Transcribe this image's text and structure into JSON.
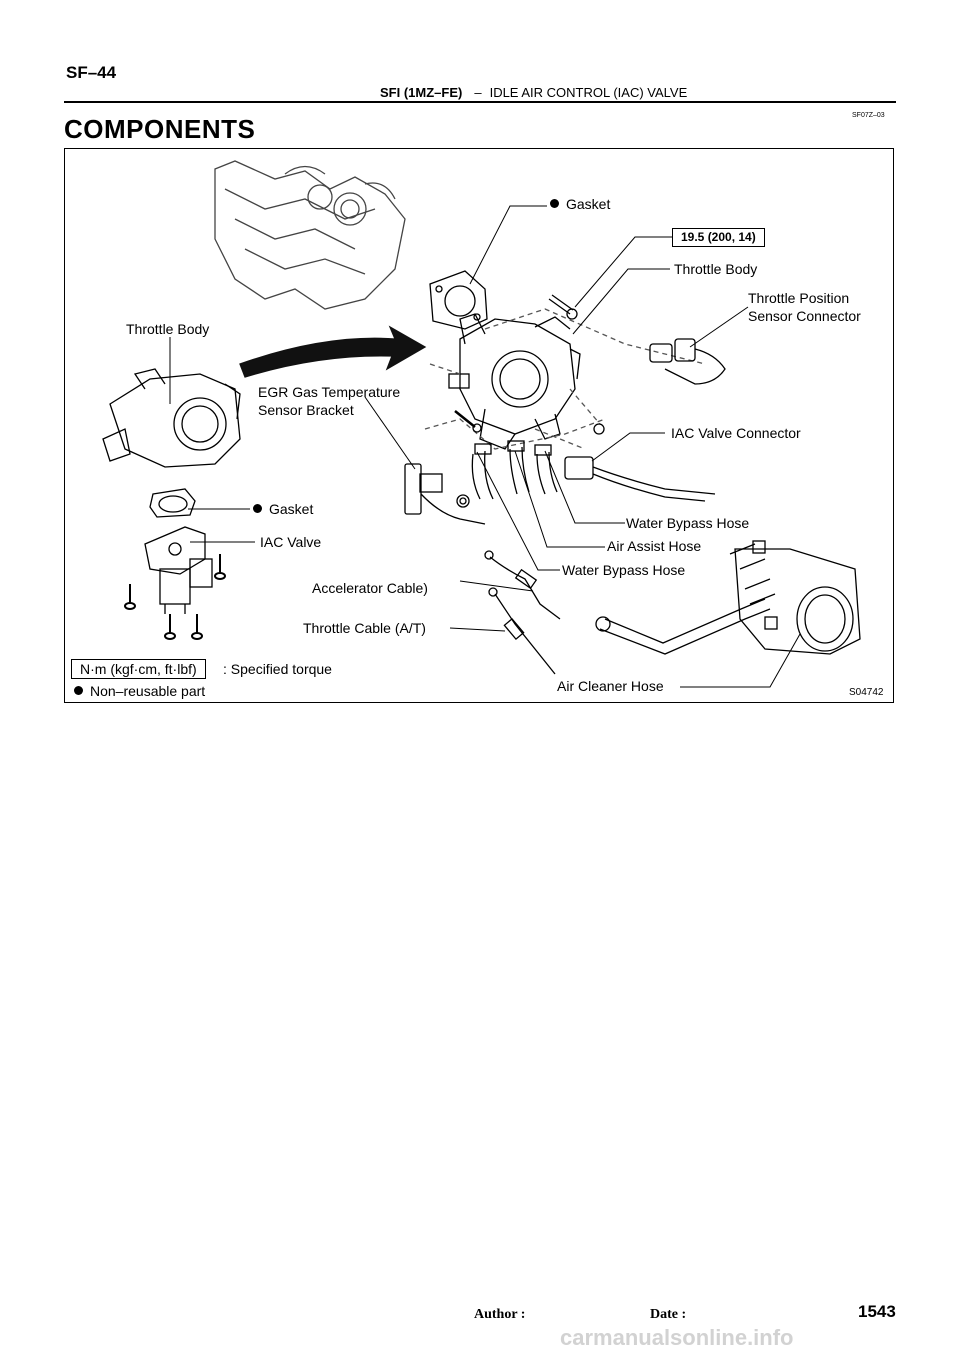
{
  "header": {
    "page_code": "SF–44",
    "section": "SFI (1MZ–FE)",
    "dash": "–",
    "topic": "IDLE AIR CONTROL (IAC) VALVE",
    "ref_code": "SF07Z–03"
  },
  "title": "COMPONENTS",
  "figure": {
    "id": "S04742",
    "torque_value": "19.5 (200, 14)",
    "labels": {
      "gasket_top": "Gasket",
      "throttle_body_right": "Throttle Body",
      "tps_connector_1": "Throttle Position",
      "tps_connector_2": "Sensor Connector",
      "throttle_body_left": "Throttle Body",
      "egr_bracket_1": "EGR Gas Temperature",
      "egr_bracket_2": "Sensor Bracket",
      "iac_connector": "IAC Valve Connector",
      "gasket_left": "Gasket",
      "iac_valve": "IAC Valve",
      "water_bypass_1": "Water Bypass Hose",
      "air_assist": "Air Assist Hose",
      "water_bypass_2": "Water Bypass Hose",
      "accel_cable": "Accelerator Cable)",
      "throttle_cable": "Throttle Cable (A/T)",
      "air_cleaner_hose": "Air Cleaner Hose"
    },
    "legend": {
      "torque_unit": "N·m (kgf·cm, ft·lbf)",
      "torque_text": ": Specified torque",
      "non_reusable": "Non–reusable part"
    }
  },
  "footer": {
    "author_label": "Author :",
    "date_label": "Date :",
    "page_number": "1543",
    "watermark": "carmanualsonline.info"
  }
}
